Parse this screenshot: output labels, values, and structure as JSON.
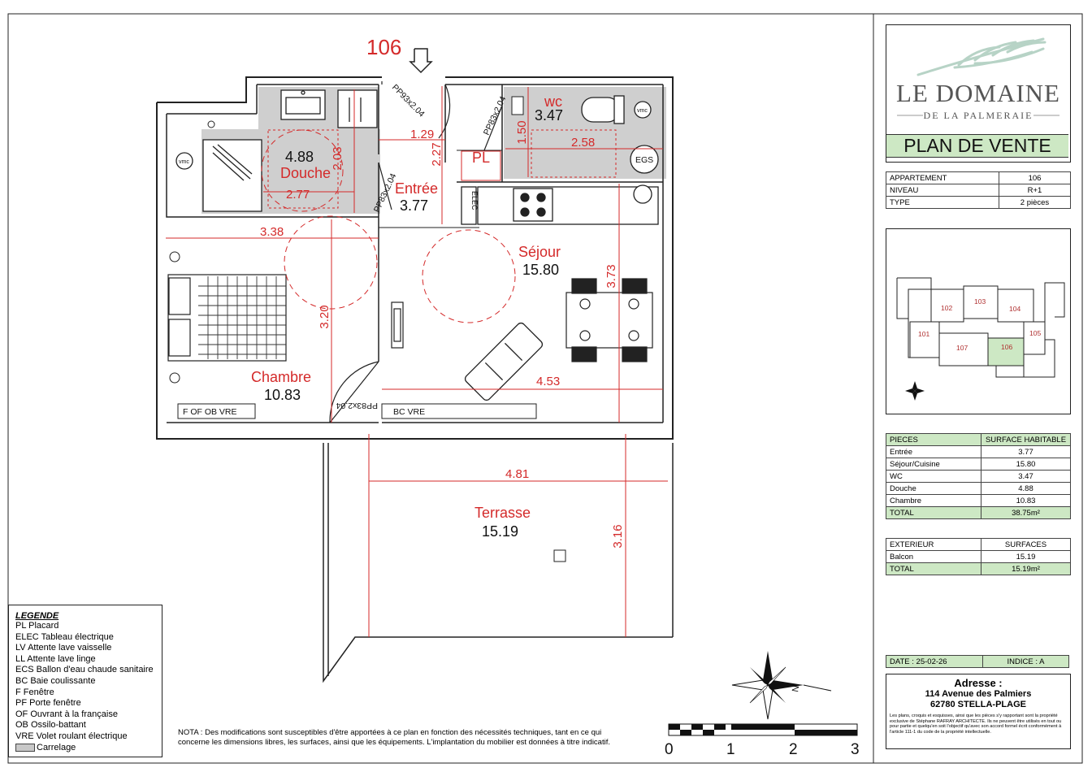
{
  "plan": {
    "unit_number": "106",
    "rooms": [
      {
        "id": "douche",
        "name": "Douche",
        "area": "4.88"
      },
      {
        "id": "entree",
        "name": "Entrée",
        "area": "3.77"
      },
      {
        "id": "wc",
        "name": "wc",
        "area": "3.47"
      },
      {
        "id": "sejour",
        "name": "Séjour",
        "area": "15.80"
      },
      {
        "id": "chambre",
        "name": "Chambre",
        "area": "10.83"
      },
      {
        "id": "terrasse",
        "name": "Terrasse",
        "area": "15.19"
      },
      {
        "id": "pl",
        "name": "PL",
        "area": ""
      }
    ],
    "dimensions": [
      "2.03",
      "2.77",
      "1.29",
      "2.27",
      "1.50",
      "2.58",
      "3.38",
      "3.20",
      "3.73",
      "4.53",
      "4.81",
      "3.16"
    ],
    "doors": [
      "PP93x2.04",
      "PP83x2.04",
      "PP83x2.04",
      "PP83x2.04"
    ],
    "window_labels": [
      "F OF OB VRE",
      "BC VRE"
    ],
    "equipment": {
      "vmc1": "vmc",
      "vmc2": "vmc",
      "egs": "EGS",
      "elec": "ELEC"
    }
  },
  "brand": {
    "name": "LE DOMAINE",
    "subtitle": "DE LA PALMERAIE",
    "sheet_title": "PLAN DE VENTE"
  },
  "apartment": [
    {
      "label": "APPARTEMENT",
      "value": "106"
    },
    {
      "label": "NIVEAU",
      "value": "R+1"
    },
    {
      "label": "TYPE",
      "value": "2 pièces"
    }
  ],
  "locator": {
    "units": [
      "101",
      "102",
      "103",
      "104",
      "105",
      "106",
      "107"
    ],
    "highlight": "106"
  },
  "surfaces": {
    "header": [
      "PIECES",
      "SURFACE HABITABLE"
    ],
    "rows": [
      {
        "piece": "Entrée",
        "surface": "3.77"
      },
      {
        "piece": "Séjour/Cuisine",
        "surface": "15.80"
      },
      {
        "piece": "WC",
        "surface": "3.47"
      },
      {
        "piece": "Douche",
        "surface": "4.88"
      },
      {
        "piece": "Chambre",
        "surface": "10.83"
      }
    ],
    "total": {
      "label": "TOTAL",
      "value": "38.75m²"
    }
  },
  "exterior": {
    "header": [
      "EXTERIEUR",
      "SURFACES"
    ],
    "rows": [
      {
        "piece": "Balcon",
        "surface": "15.19"
      }
    ],
    "total": {
      "label": "TOTAL",
      "value": "15.19m²"
    }
  },
  "date": "DATE : 25-02-26",
  "indice": "INDICE : A",
  "address": {
    "label": "Adresse :",
    "line1": "114 Avenue des Palmiers",
    "line2": "62780 STELLA-PLAGE",
    "legal": "Les plans, croquis et esquisses, ainsi que les pièces s'y rapportant sont la propriété exclusive de Stéphane RAFRAY ARCHITECTE. Ils ne peuvent être utilisés en tout ou pour partie et quelqu'en soit l'objectif qu'avec son accord formel écrit conformément à l'article 111-1 du code de la propriété intellectuelle."
  },
  "legend": {
    "title": "LEGENDE",
    "items": [
      "PL Placard",
      "ELEC Tableau électrique",
      "LV Attente lave vaisselle",
      "LL Attente lave linge",
      "ECS Ballon d'eau chaude sanitaire",
      "BC Baie coulissante",
      "F Fenêtre",
      "PF Porte fenêtre",
      "OF Ouvrant à la française",
      "OB Ossilo-battant",
      "VRE Volet roulant électrique"
    ],
    "carrelage": "Carrelage"
  },
  "note": {
    "line1": "NOTA : Des modifications sont susceptibles d'être apportées à ce plan en fonction des nécessités techniques, tant en ce qui",
    "line2": "concerne les dimensions libres, les surfaces, ainsi que les équipements. L'implantation du mobilier est données à titre indicatif."
  },
  "scale": [
    "0",
    "1",
    "2",
    "3"
  ],
  "compass": "N",
  "colors": {
    "accent_green": "#cde8c4",
    "dimension_red": "#d42a2a",
    "tile_gray": "#cfcfcf"
  }
}
